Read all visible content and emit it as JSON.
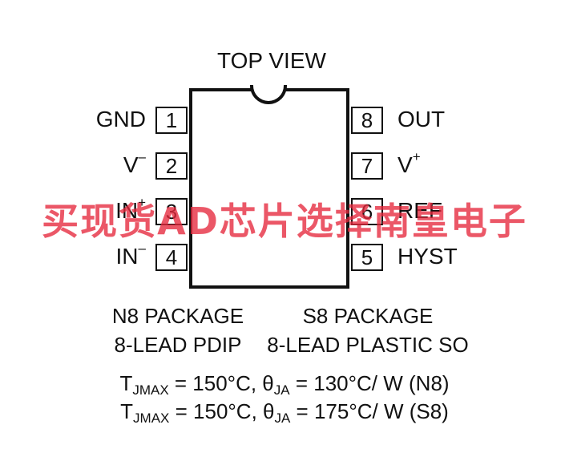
{
  "title": "TOP VIEW",
  "pins_left": [
    {
      "number": "1",
      "name": "GND",
      "sup": ""
    },
    {
      "number": "2",
      "name": "V",
      "sup": "–"
    },
    {
      "number": "3",
      "name": "IN",
      "sup": "+"
    },
    {
      "number": "4",
      "name": "IN",
      "sup": "–"
    }
  ],
  "pins_right": [
    {
      "number": "8",
      "name": "OUT",
      "sup": ""
    },
    {
      "number": "7",
      "name": "V",
      "sup": "+"
    },
    {
      "number": "6",
      "name": "REF",
      "sup": ""
    },
    {
      "number": "5",
      "name": "HYST",
      "sup": ""
    }
  ],
  "packages": [
    {
      "name": "N8 PACKAGE",
      "desc": "8-LEAD PDIP"
    },
    {
      "name": "S8 PACKAGE",
      "desc": "8-LEAD PLASTIC SO"
    }
  ],
  "thermal": [
    {
      "tj_sub": "JMAX",
      "tj_value": " = 150°C, θ",
      "ja_sub": "JA",
      "ja_value": " = 130°C/ W (N8)"
    },
    {
      "tj_sub": "JMAX",
      "tj_value": " = 150°C, θ",
      "ja_sub": "JA",
      "ja_value": " = 175°C/ W (S8)"
    }
  ],
  "watermark": "买现货AD芯片选择南皇电子"
}
